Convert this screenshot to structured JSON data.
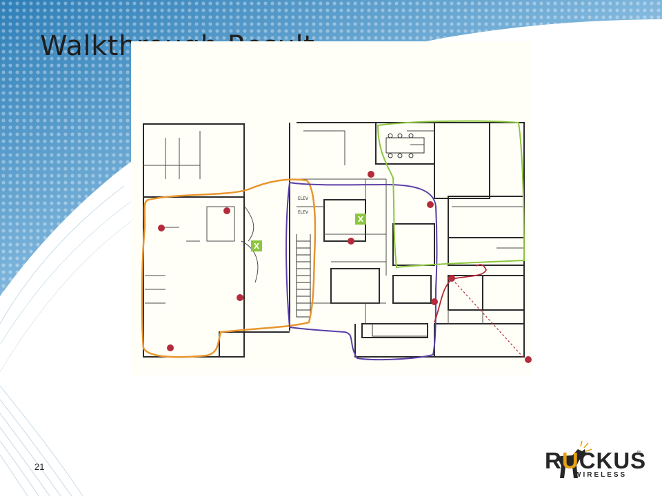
{
  "slide": {
    "title": "Walkthrough Result",
    "page_number": "21"
  },
  "floor_plan": {
    "room_labels": [
      "ELEV",
      "ELEV"
    ],
    "access_point_marker_label": "X",
    "path_colors": {
      "orange": "#e8952e",
      "purple": "#5a3ea8",
      "green": "#8cc63f",
      "red": "#b5283a"
    },
    "marker_colors": {
      "survey_point": "#b42b3c",
      "access_point": "#8cc63f"
    }
  },
  "logo": {
    "brand_prefix": "R",
    "brand_accent": "U",
    "brand_rest": "CKUS",
    "sub": "WIRELESS",
    "trademark": "™"
  },
  "colors": {
    "title": "#1f1f1f",
    "brand_dark": "#262626",
    "brand_accent": "#e8a014"
  }
}
